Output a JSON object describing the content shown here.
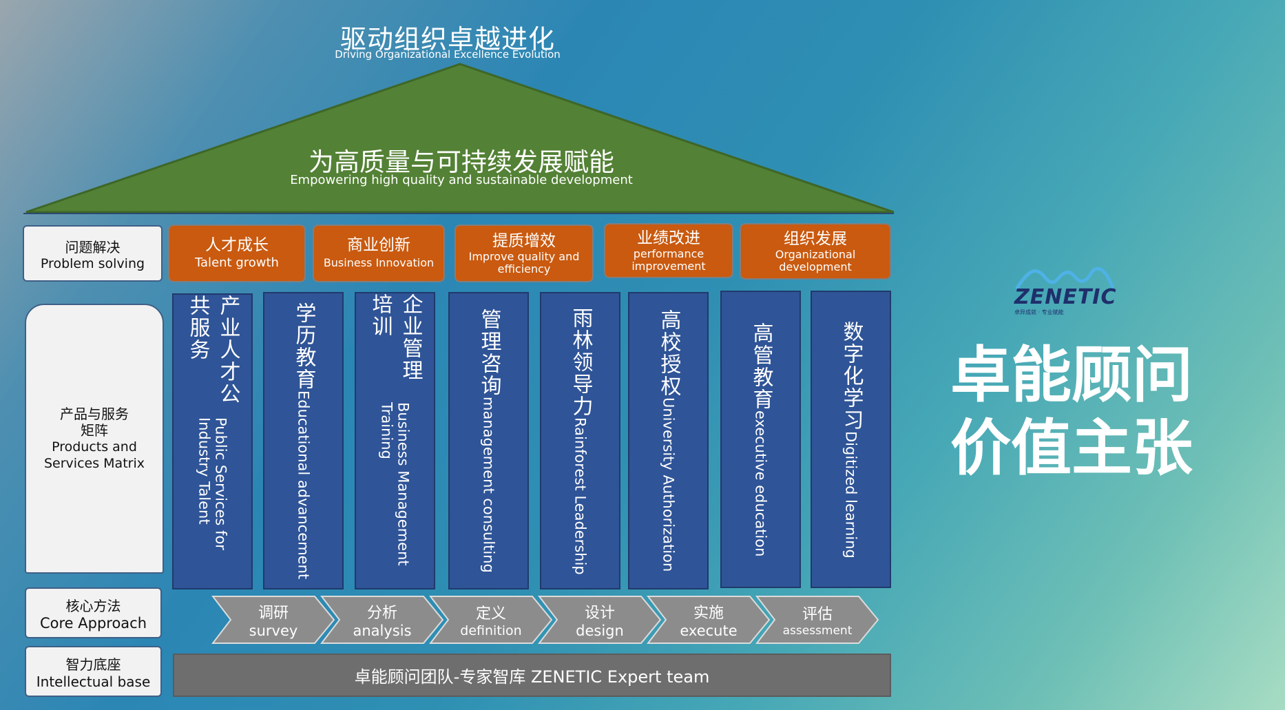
{
  "header": {
    "title_cn": "驱动组织卓越进化",
    "title_en": "Driving Organizational Excellence Evolution"
  },
  "roof": {
    "cn": "为高质量与可持续发展赋能",
    "en": "Empowering high quality and sustainable development",
    "color": "#538135"
  },
  "rows": {
    "problem": {
      "cn": "问题解决",
      "en": "Problem solving"
    },
    "products": {
      "cn1": "产品与服务",
      "cn2": "矩阵",
      "en1": "Products and",
      "en2": "Services Matrix"
    },
    "approach": {
      "cn": "核心方法",
      "en": "Core Approach"
    },
    "base": {
      "cn": "智力底座",
      "en": "Intellectual base"
    }
  },
  "goals": [
    {
      "cn": "人才成长",
      "en": "Talent growth",
      "en2": ""
    },
    {
      "cn": "商业创新",
      "en": "Business Innovation",
      "en2": ""
    },
    {
      "cn": "提质增效",
      "en": "Improve quality and",
      "en2": "efficiency"
    },
    {
      "cn": "业绩改进",
      "en": "performance",
      "en2": "improvement"
    },
    {
      "cn": "组织发展",
      "en": "Organizational",
      "en2": "development"
    }
  ],
  "pillars": [
    {
      "cn": "产业人才公共服务",
      "en": "Public Services for Industry Talent"
    },
    {
      "cn": "学历教育",
      "en": "Educational advancement"
    },
    {
      "cn": "企业管理培训",
      "en": "Business Management Training"
    },
    {
      "cn": "管理咨询",
      "en": "management consulting"
    },
    {
      "cn": "雨林领导力",
      "en": "Rainforest Leadership"
    },
    {
      "cn": "高校授权",
      "en": "University Authorization"
    },
    {
      "cn": "高管教育",
      "en": "executive education"
    },
    {
      "cn": "数字化学习",
      "en": "Digitized learning"
    }
  ],
  "steps": [
    {
      "cn": "调研",
      "en": "survey"
    },
    {
      "cn": "分析",
      "en": "analysis"
    },
    {
      "cn": "定义",
      "en": "definition"
    },
    {
      "cn": "设计",
      "en": "design"
    },
    {
      "cn": "实施",
      "en": "execute"
    },
    {
      "cn": "评估",
      "en": "assessment"
    }
  ],
  "base_bar": "卓能顾问团队-专家智库 ZENETIC Expert team",
  "brand": {
    "logo_text": "ZENETIC",
    "logo_tagline": "卓异成就 · 专业赋能",
    "line1": "卓能顾问",
    "line2": "价值主张"
  },
  "colors": {
    "goal": "#c95a10",
    "pillar": "#2f5497",
    "chevron": "#8c8c8c",
    "base": "#6e6e6e"
  }
}
